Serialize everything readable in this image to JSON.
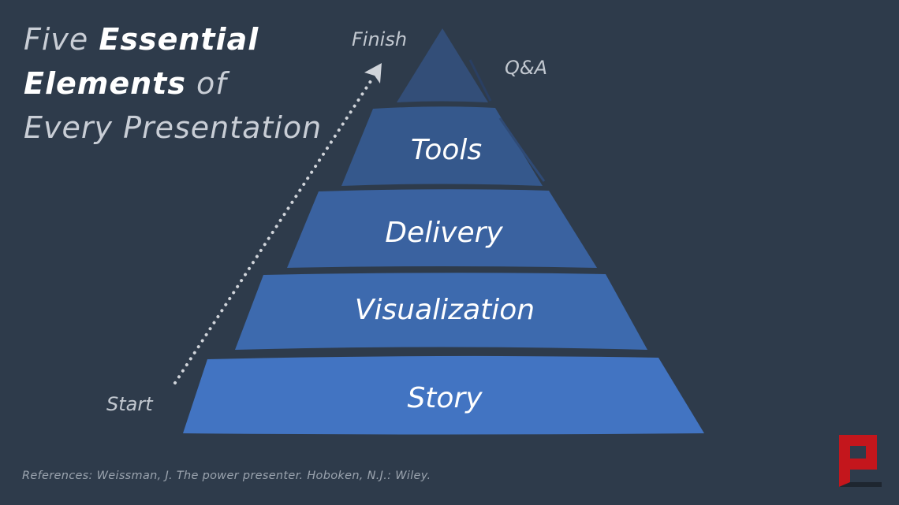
{
  "title": {
    "part1": "Five ",
    "bold1": "Essential",
    "bold2": "Elements",
    "part2": " of",
    "line3": "Every Presentation"
  },
  "tiers": [
    {
      "label": "Q&A",
      "color": "#334e78"
    },
    {
      "label": "Tools",
      "color": "#35588c"
    },
    {
      "label": "Delivery",
      "color": "#3a62a0"
    },
    {
      "label": "Visualization",
      "color": "#3d6aae"
    },
    {
      "label": "Story",
      "color": "#4274c2"
    }
  ],
  "progress": {
    "start_label": "Start",
    "finish_label": "Finish"
  },
  "reference": "References: Weissman, J. The power presenter. Hoboken, N.J.: Wiley.",
  "colors": {
    "background": "#2e3b4b",
    "logo": "#c4161c",
    "arrow": "#d0d4da"
  },
  "logo_icon": "presenter-p-logo"
}
